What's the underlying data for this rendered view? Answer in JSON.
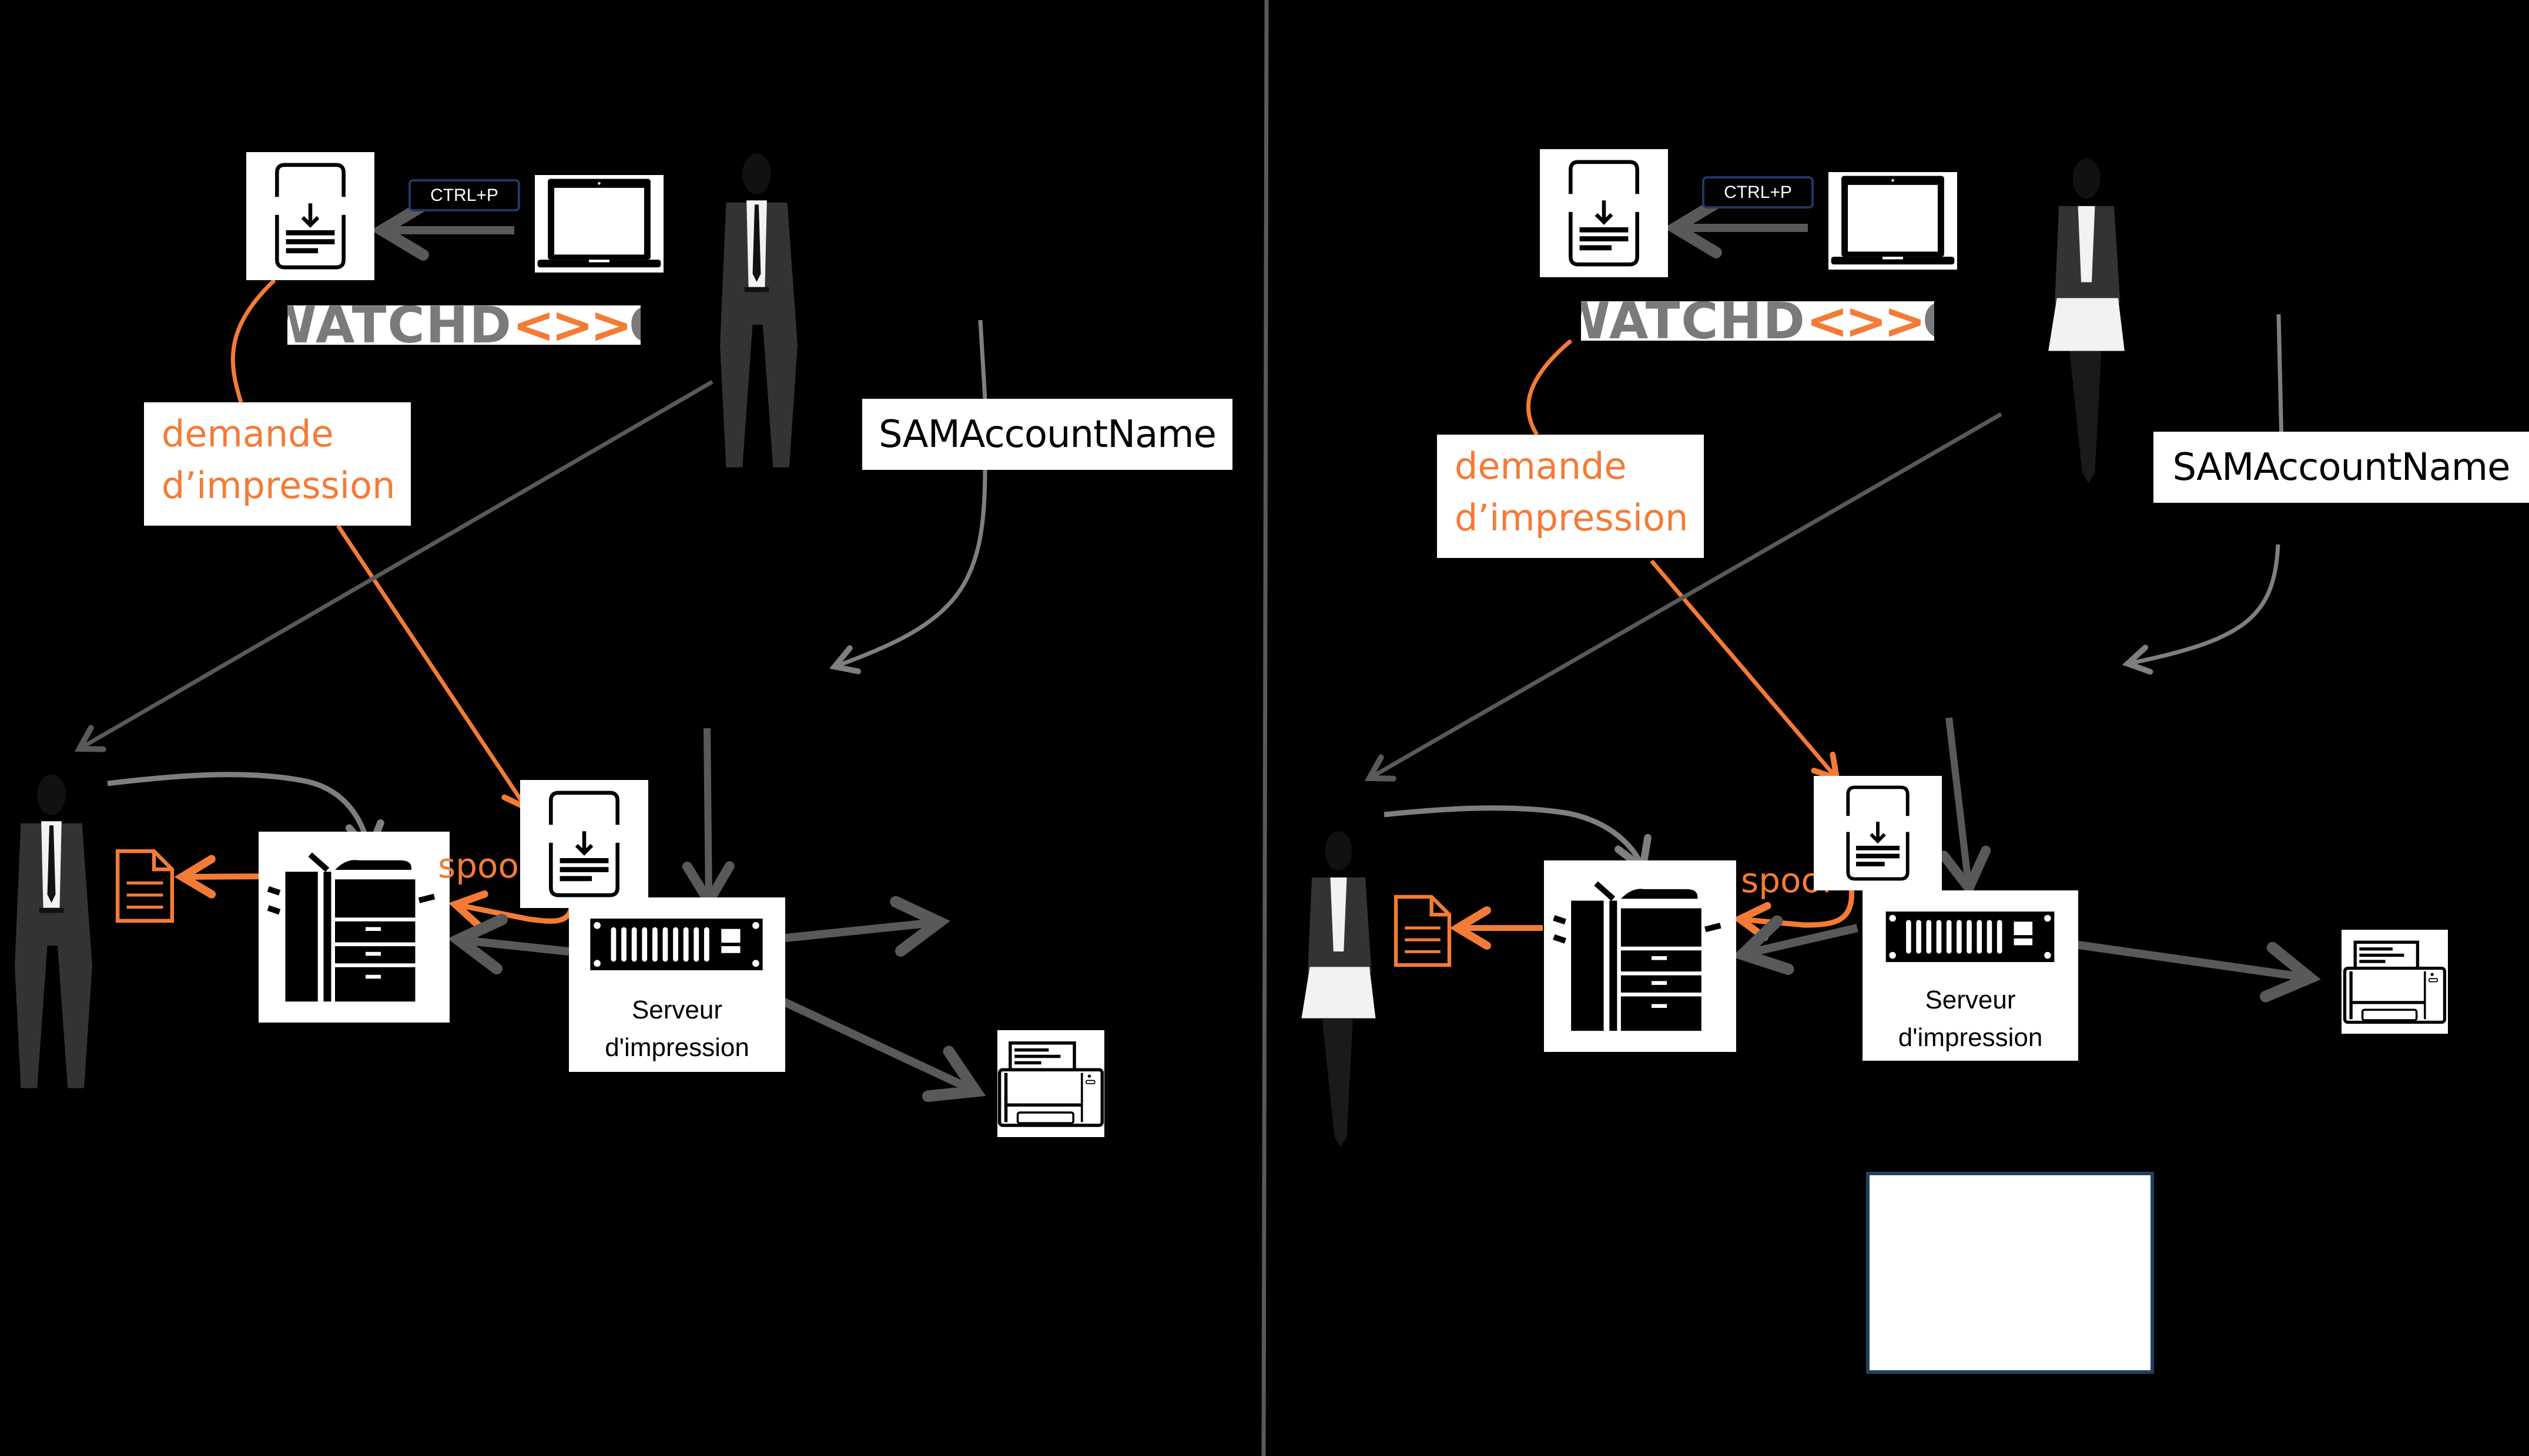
{
  "colors": {
    "background": "#000000",
    "accent_orange": "#F47B36",
    "arrow_gray": "#595959",
    "arrow_light_gray": "#7F7F7F",
    "ctrl_border": "#1F3864",
    "note_border": "#243F60",
    "logo_gray": "#7A7A7A"
  },
  "panels": [
    {
      "id": "left",
      "person": "man-silhouette",
      "shortcut_label": "CTRL+P",
      "logo_text_left": "WATCHD",
      "logo_text_mid": "<>>",
      "logo_text_right": "C",
      "identity_label": "SAMAccountName",
      "request_label_line1": "demande",
      "request_label_line2": "d’impression",
      "spool_label": "spool",
      "server_label_line1": "Serveur",
      "server_label_line2": "d'impression"
    },
    {
      "id": "right",
      "person": "woman-silhouette",
      "shortcut_label": "CTRL+P",
      "logo_text_left": "WATCHD",
      "logo_text_mid": "<>>",
      "logo_text_right": "C",
      "identity_label": "SAMAccountName",
      "request_label_line1": "demande",
      "request_label_line2": "d’impression",
      "spool_label": "spool",
      "server_label_line1": "Serveur",
      "server_label_line2": "d'impression",
      "note_box_text": ""
    }
  ],
  "icons": [
    "print-client-app-icon",
    "laptop-icon",
    "person-silhouette",
    "multifunction-printer-icon",
    "document-icon",
    "print-server-rack-icon",
    "desktop-printer-icon"
  ]
}
